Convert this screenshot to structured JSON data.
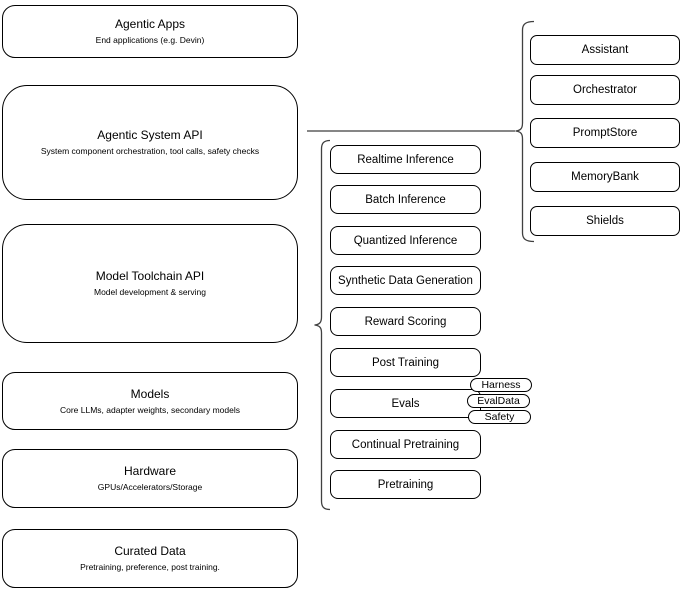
{
  "colors": {
    "background": "#ffffff",
    "box_fill": "#ffffff",
    "box_border": "#000000",
    "connector": "#3d3d3d",
    "text": "#000000"
  },
  "layers": [
    {
      "title": "Agentic Apps",
      "subtitle": "End applications (e.g. Devin)"
    },
    {
      "title": "Agentic System API",
      "subtitle": "System component orchestration, tool calls, safety checks"
    },
    {
      "title": "Model Toolchain API",
      "subtitle": "Model development & serving"
    },
    {
      "title": "Models",
      "subtitle": "Core LLMs, adapter weights, secondary models"
    },
    {
      "title": "Hardware",
      "subtitle": "GPUs/Accelerators/Storage"
    },
    {
      "title": "Curated Data",
      "subtitle": "Pretraining, preference, post training."
    }
  ],
  "toolchain_items": [
    "Realtime Inference",
    "Batch Inference",
    "Quantized Inference",
    "Synthetic Data Generation",
    "Reward Scoring",
    "Post Training",
    "Evals",
    "Continual Pretraining",
    "Pretraining"
  ],
  "eval_tags": [
    "Harness",
    "EvalData",
    "Safety"
  ],
  "system_components": [
    "Assistant",
    "Orchestrator",
    "PromptStore",
    "MemoryBank",
    "Shields"
  ]
}
